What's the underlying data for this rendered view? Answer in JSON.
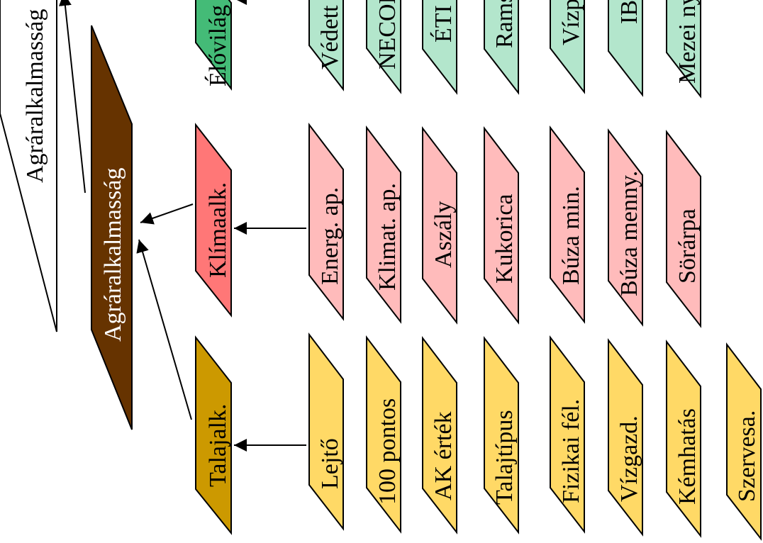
{
  "colors": {
    "top": "#ffffff",
    "main": "#663300",
    "soil_head": "#cc9900",
    "soil_item": "#ffd966",
    "climate_head": "#ff7777",
    "climate_item": "#ffbbbb",
    "habitat_head": "#44bb77",
    "habitat_item": "#b3e6cc"
  },
  "top_node": {
    "label": "Agráralkalmasság"
  },
  "main_node": {
    "label": "Agráralkalmasság"
  },
  "groups": [
    {
      "key": "soil",
      "head": "Talajalk.",
      "items": [
        "Lejtő",
        "100 pontos",
        "AK érték",
        "Talajtípus",
        "Fizikai fél.",
        "Vízgazd.",
        "Kémhatás",
        "Szervesa."
      ]
    },
    {
      "key": "climate",
      "head": "Klímaalk.",
      "items": [
        "Energ. ap.",
        "Klimat. ap.",
        "Aszály",
        "Kukorica",
        "Búza min.",
        "Búza menny.",
        "Sörárpa"
      ]
    },
    {
      "key": "habitat",
      "head": "Élővilág",
      "items": [
        "Védett",
        "NECON",
        "ÉTI",
        "Ramsar",
        "Vízparti",
        "IBA",
        "Mezei nyúl"
      ]
    }
  ]
}
